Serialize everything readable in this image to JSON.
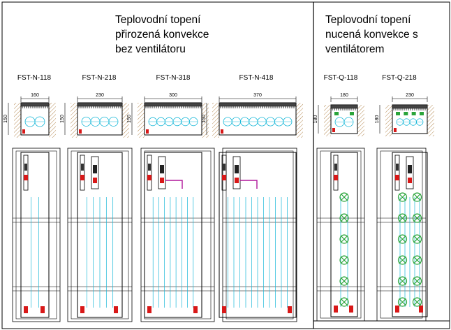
{
  "headings": {
    "natural": "Teplovodní topení\npřirozená konvekce\nbez ventilátoru",
    "forced": "Teplovodní topení\nnucená konvekce s\nventilátorem"
  },
  "units": [
    {
      "model": "FST-N-118",
      "width": "160",
      "height": "150",
      "kind": "natural",
      "coils": 1
    },
    {
      "model": "FST-N-218",
      "width": "230",
      "height": "150",
      "kind": "natural",
      "coils": 2
    },
    {
      "model": "FST-N-318",
      "width": "300",
      "height": "150",
      "kind": "natural",
      "coils": 3
    },
    {
      "model": "FST-N-418",
      "width": "370",
      "height": "150",
      "kind": "natural",
      "coils": 4
    },
    {
      "model": "FST-Q-118",
      "width": "180",
      "height": "180",
      "kind": "forced",
      "coils": 1
    },
    {
      "model": "FST-Q-218",
      "width": "230",
      "height": "180",
      "kind": "forced",
      "coils": 2
    }
  ],
  "colors": {
    "line": "#000000",
    "coil": "#19b8d8",
    "valve_red": "#d81818",
    "pipe_magenta": "#b0169a",
    "fan_green": "#2aa43a",
    "floor_hatch": "#b58a54"
  }
}
